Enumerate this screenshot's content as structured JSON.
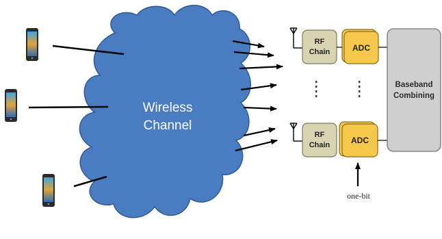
{
  "cloud": {
    "line1": "Wireless",
    "line2": "Channel",
    "fill": "#4a7cc1",
    "stroke": "#2f5a94"
  },
  "rf_chain": {
    "line1": "RF",
    "line2": "Chain",
    "fill": "#d8d3b0"
  },
  "adc": {
    "label": "ADC",
    "fill": "#f5c84c"
  },
  "baseband": {
    "line1": "Baseband",
    "line2": "Combining",
    "fill": "#cfcfcf"
  },
  "annotation": {
    "label": "one-bit"
  },
  "icons": [
    "smartphone-icon",
    "antenna-icon",
    "arrow-icon",
    "vertical-ellipsis-icon"
  ]
}
